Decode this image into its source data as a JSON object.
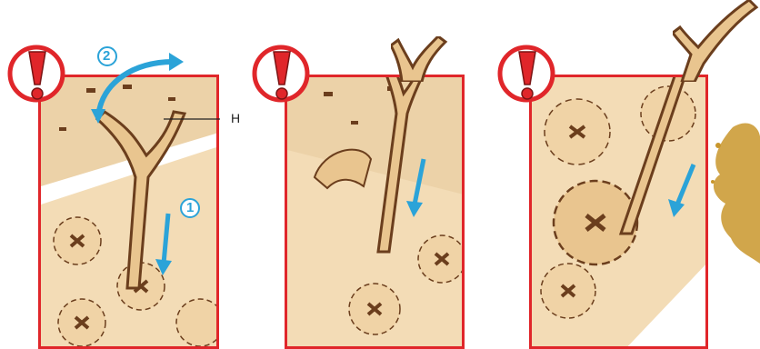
{
  "panels": [
    {
      "id": "panel-1",
      "steps": [
        "2",
        "1"
      ],
      "part_label": "H"
    },
    {
      "id": "panel-2"
    },
    {
      "id": "panel-3"
    }
  ],
  "colors": {
    "frame": "#e0262a",
    "wood": "#f3dcb6",
    "wood_dark": "#c8955e",
    "edge": "#6b3e1d",
    "arrow": "#2ba3d8",
    "warning": "#e0262a"
  },
  "icons": [
    "warning-icon",
    "arrow-icon",
    "gear-icon"
  ]
}
